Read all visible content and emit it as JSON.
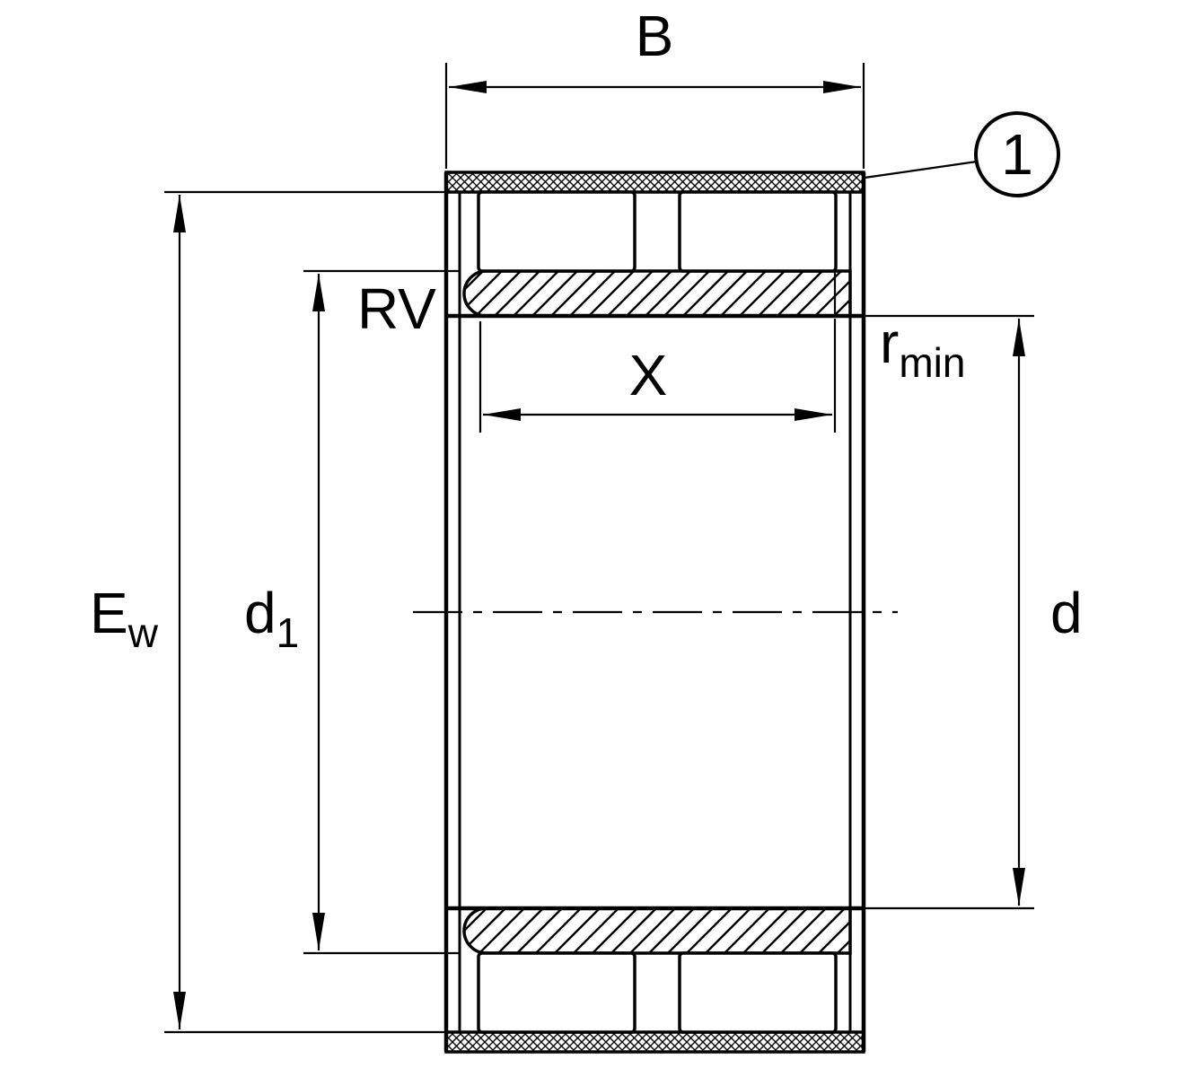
{
  "diagram": {
    "kind": "cylindrical-roller-bearing-cross-section",
    "colors": {
      "line": "#000000",
      "background": "#ffffff"
    },
    "labels": {
      "b": "B",
      "ew": {
        "base": "E",
        "sub": "w"
      },
      "d1": {
        "base": "d",
        "sub": "1"
      },
      "rv": "RV",
      "x": "X",
      "rmin": {
        "base": "r",
        "sub": "min"
      },
      "d": "d",
      "callout": "1"
    }
  }
}
